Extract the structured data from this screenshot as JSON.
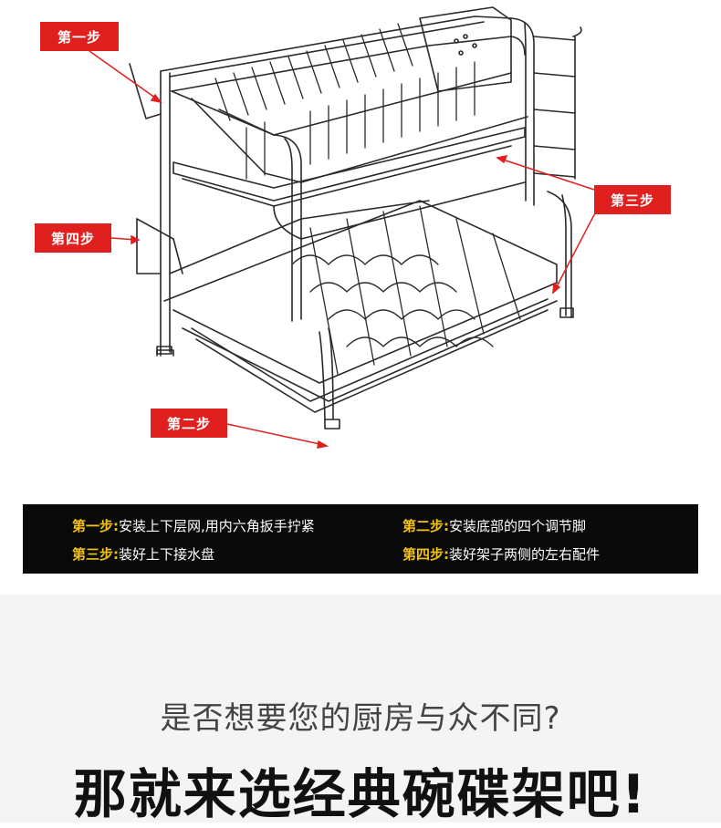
{
  "callouts": {
    "step1": "第一步",
    "step2": "第二步",
    "step3": "第三步",
    "step4": "第四步"
  },
  "instructions": [
    {
      "label": "第一步:",
      "text": "安装上下层网,用内六角扳手拧紧"
    },
    {
      "label": "第二步:",
      "text": "安装底部的四个调节脚"
    },
    {
      "label": "第三步:",
      "text": "装好上下接水盘"
    },
    {
      "label": "第四步:",
      "text": "装好架子两侧的左右配件"
    }
  ],
  "tagline": {
    "question": "是否想要您的厨房与众不同?",
    "headline": "那就来选经典碗碟架吧!"
  },
  "colors": {
    "callout_bg": "#e01f1f",
    "instruction_bg": "#0a0a0a",
    "instruction_label": "#f2c21a",
    "tagline_bg": "#f4f4f4"
  }
}
